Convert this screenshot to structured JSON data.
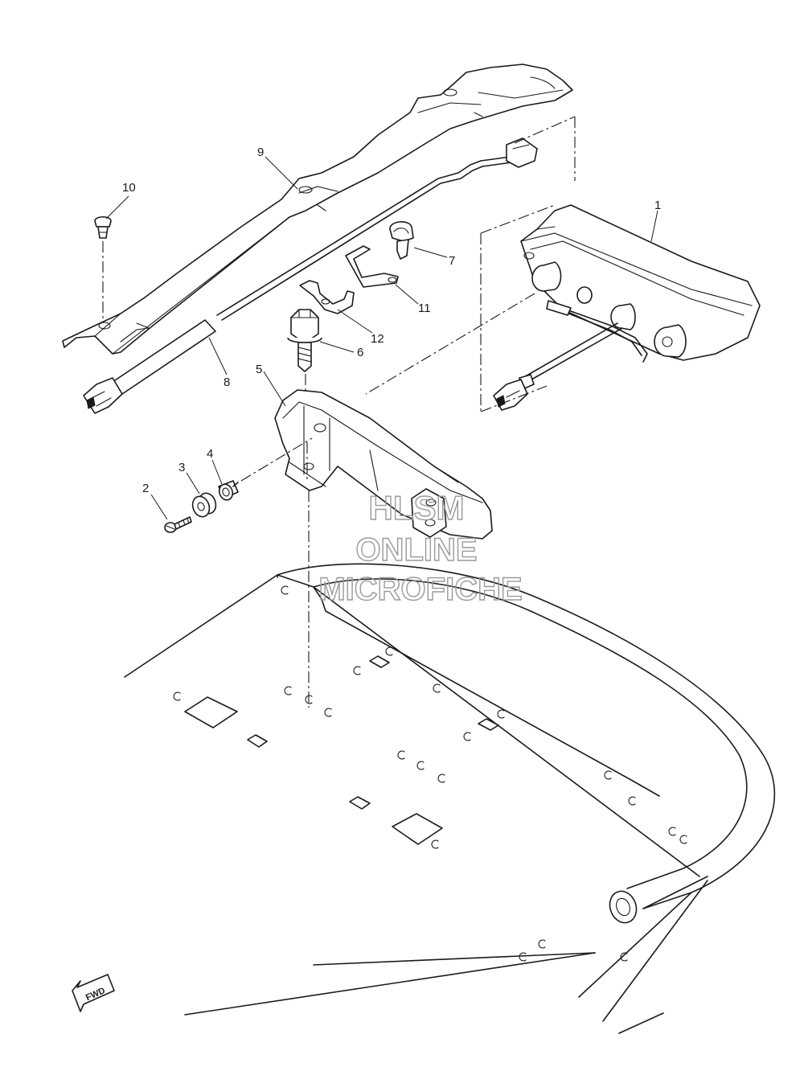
{
  "callouts": [
    {
      "label": "1"
    },
    {
      "label": "2"
    },
    {
      "label": "3"
    },
    {
      "label": "4"
    },
    {
      "label": "5"
    },
    {
      "label": "6"
    },
    {
      "label": "7"
    },
    {
      "label": "8"
    },
    {
      "label": "9"
    },
    {
      "label": "10"
    },
    {
      "label": "11"
    },
    {
      "label": "12"
    }
  ],
  "watermark": {
    "line1": "HLSM",
    "line2": "ONLINE",
    "line3": "MICROFICHE"
  },
  "fwd_arrow": {
    "label": "FWD",
    "icon": "fwd-arrow-icon"
  }
}
